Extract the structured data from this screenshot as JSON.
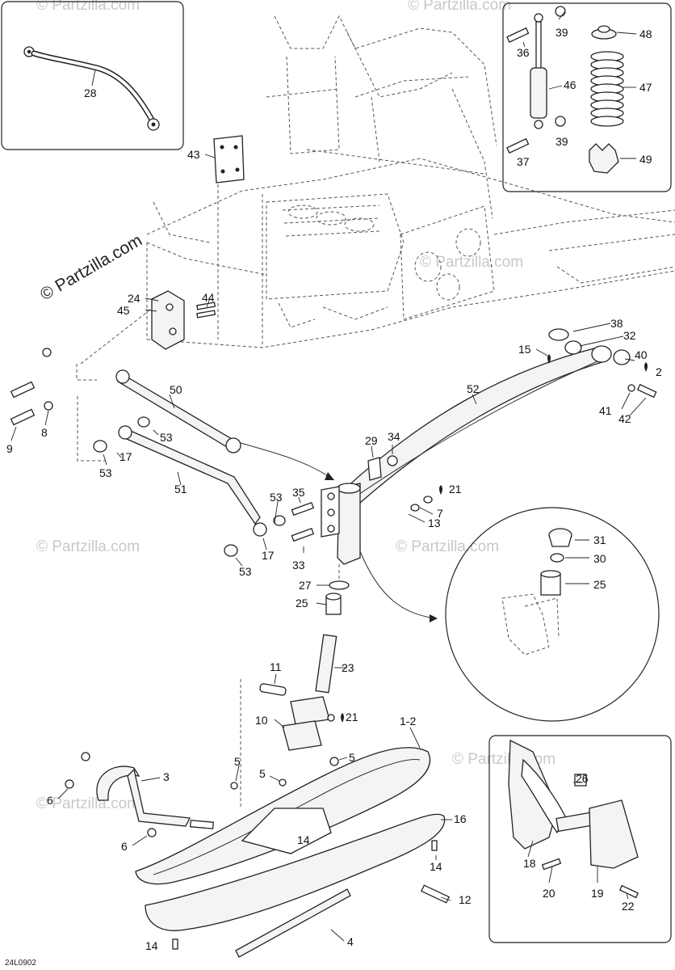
{
  "diagram": {
    "watermark_main": "© Partzilla.com",
    "watermark_faint": "© Partzilla.com",
    "doc_code": "24L0902",
    "labels": {
      "l28": "28",
      "l43": "43",
      "l44": "44",
      "l24": "24",
      "l45": "45",
      "l36": "36",
      "l39a": "39",
      "l46": "46",
      "l37": "37",
      "l39b": "39",
      "l48": "48",
      "l47": "47",
      "l49": "49",
      "l38": "38",
      "l32": "32",
      "l15": "15",
      "l40": "40",
      "l2": "2",
      "l41": "41",
      "l42": "42",
      "l52": "52",
      "l9": "9",
      "l8": "8",
      "l50": "50",
      "l53a": "53",
      "l17a": "17",
      "l53b": "53",
      "l51": "51",
      "l53c": "53",
      "l17b": "17",
      "l53d": "53",
      "l29": "29",
      "l34": "34",
      "l35": "35",
      "l21a": "21",
      "l7": "7",
      "l13": "13",
      "l33": "33",
      "l27": "27",
      "l25a": "25",
      "l31": "31",
      "l30": "30",
      "l25b": "25",
      "l11": "11",
      "l23": "23",
      "l10": "10",
      "l21b": "21",
      "l1_2": "1-2",
      "l5a": "5",
      "l5b": "5",
      "l5c": "5",
      "l3": "3",
      "l6a": "6",
      "l6b": "6",
      "l16": "16",
      "l14a": "14",
      "l14b": "14",
      "l12": "12",
      "l14c": "14",
      "l4": "4",
      "l26": "26",
      "l18": "18",
      "l20": "20",
      "l19": "19",
      "l22": "22"
    }
  },
  "colors": {
    "line": "#222222",
    "watermark": "#c8c8c8",
    "background": "#ffffff"
  }
}
